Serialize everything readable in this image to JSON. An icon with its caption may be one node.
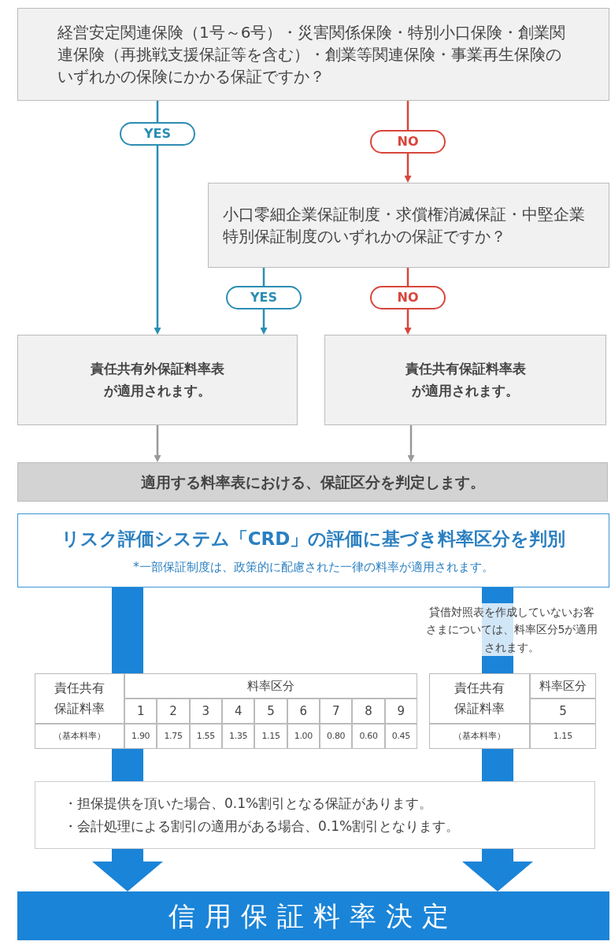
{
  "diagram": {
    "nodes": [
      {
        "text": [
          "経営安定関連保険（1号～6号）・災害関係保険・特別小口保険・創業関連保険（再挑戦支援保証等を含む）・創業等関連保険・事業再生保険のいずれかの保険にかかる保証ですか？"
        ]
      },
      {
        "text": [
          "小口零細企業保証制度・求償権消滅保証・中堅企業特別保証制度のいずれかの保証ですか？"
        ]
      },
      {
        "text": [
          "責任共有外保証料率表が適用されます。"
        ]
      },
      {
        "text": [
          "責任共有保証料率表が適用されます。"
        ]
      },
      {
        "text": [
          "適用する料率表における、保証区分を判定します。"
        ]
      },
      {
        "text": [
          "リスク評価システム「CRD」の評価に基づき料率区分を判別",
          "*一部保証制度は、政策的に配慮された一律の料率が適用されます。"
        ]
      },
      {
        "text": [],
        "shape": "table"
      },
      {
        "text": [],
        "shape": "table"
      },
      {
        "text": [
          "・担保提供を頂いた場合、0.1%割引となる保証があります。",
          "・会計処理による割引の適用がある場合、0.1%割引となります。"
        ]
      },
      {
        "text": [
          "信用保証料率決定"
        ]
      }
    ],
    "edges": [
      {
        "from": 0,
        "to": 2,
        "arrow": "to",
        "label": "YES",
        "color": "#2b8db3"
      },
      {
        "from": 0,
        "to": 1,
        "arrow": "to",
        "label": "NO",
        "color": "#d8463b"
      },
      {
        "from": 1,
        "to": 2,
        "arrow": "to",
        "label": "YES",
        "color": "#2b8db3"
      },
      {
        "from": 1,
        "to": 3,
        "arrow": "to",
        "label": "NO",
        "color": "#d8463b"
      },
      {
        "from": 2,
        "to": 4,
        "arrow": "to",
        "color": "#999999"
      },
      {
        "from": 3,
        "to": 4,
        "arrow": "to",
        "color": "#999999"
      },
      {
        "from": 5,
        "to": 6,
        "arrow": "none",
        "style": "thick",
        "color": "#1a84d8"
      },
      {
        "from": 5,
        "to": 7,
        "arrow": "none",
        "style": "thick",
        "color": "#1a84d8"
      },
      {
        "from": 6,
        "to": 8,
        "arrow": "none",
        "style": "thick",
        "color": "#1a84d8"
      },
      {
        "from": 7,
        "to": 8,
        "arrow": "none",
        "style": "thick",
        "color": "#1a84d8"
      },
      {
        "from": 8,
        "to": 9,
        "arrow": "to",
        "style": "thick",
        "color": "#1a84d8"
      },
      {
        "from": 8,
        "to": 9,
        "arrow": "to",
        "style": "thick",
        "color": "#1a84d8"
      }
    ],
    "labels": [
      "貸借対照表を作成していないお客さまについては、料率区分5が適用されます。",
      "責任共有保証料率",
      "料率区分",
      "1",
      "2",
      "3",
      "4",
      "5",
      "6",
      "7",
      "8",
      "9",
      "（基本料率）",
      "1.90",
      "1.75",
      "1.55",
      "1.35",
      "1.15",
      "1.00",
      "0.80",
      "0.60",
      "0.45",
      "責任共有保証料率",
      "料率区分",
      "5",
      "（基本料率）",
      "1.15"
    ]
  }
}
